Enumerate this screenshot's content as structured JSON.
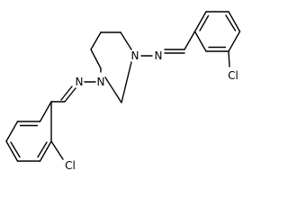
{
  "molecule": {
    "atom_labels": {
      "n_right_ring": "N",
      "n_right_imine": "N",
      "cl_right": "Cl",
      "n_left_ring": "N",
      "n_left_imine": "N",
      "cl_left": "Cl"
    }
  }
}
